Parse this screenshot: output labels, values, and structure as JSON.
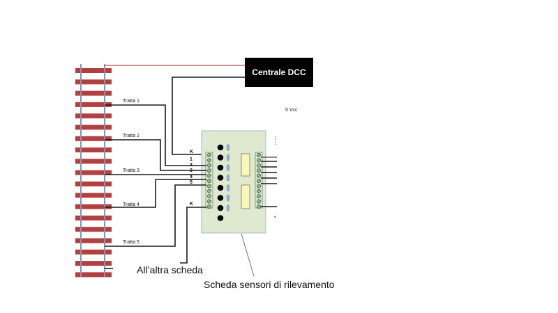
{
  "diagram": {
    "central_box": {
      "label": "Centrale DCC",
      "fill": "#000000"
    },
    "supply_label": "5 Vcc",
    "sections": [
      "Tratta 1",
      "Tratta 2",
      "Tratta 3",
      "Tratta 4",
      "Tratta 5"
    ],
    "pin_labels": [
      "K",
      "1",
      "2",
      "3",
      "4",
      "5",
      "K"
    ],
    "board_label": "Scheda sensori di rilevamento",
    "other_board_label": "All’altra scheda",
    "colors": {
      "tie": "#b0413e",
      "rail": "#7e97c0",
      "board": "#dfe9cf",
      "board_border": "#a9b8c8",
      "terminal": "#6f9a6b",
      "resistor": "#fcf5b9",
      "dcc_wire": "#b04a44",
      "pointer": "#5876a8"
    }
  }
}
